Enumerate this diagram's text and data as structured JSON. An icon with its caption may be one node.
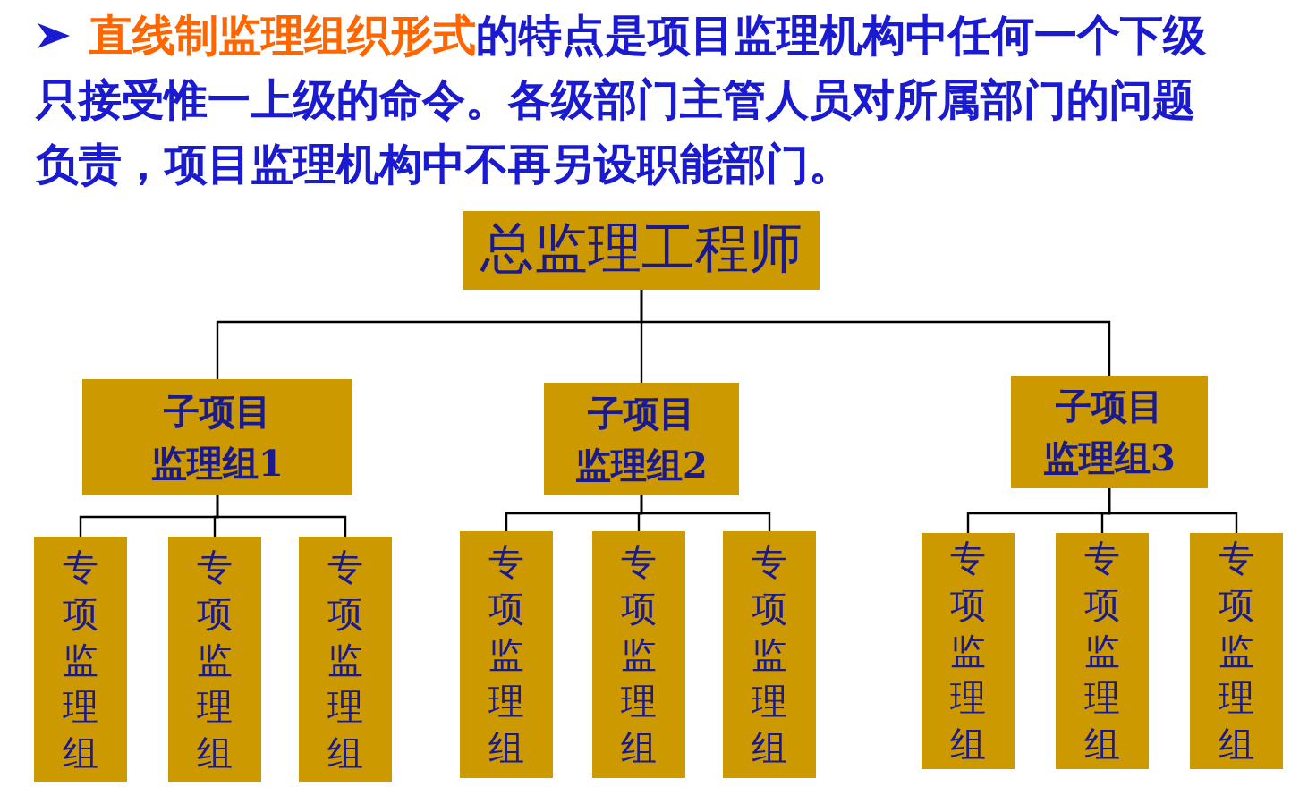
{
  "diagram": {
    "nodes": [
      {
        "text": [
          "总监理工程师"
        ]
      },
      {
        "text": [
          "子项目监理组1"
        ]
      },
      {
        "text": [
          "子项目监理组2"
        ]
      },
      {
        "text": [
          "子项目监理组3"
        ]
      },
      {
        "text": [
          "专项监理组"
        ]
      },
      {
        "text": [
          "专项监理组"
        ]
      },
      {
        "text": [
          "专项监理组"
        ]
      },
      {
        "text": [
          "专项监理组"
        ]
      },
      {
        "text": [
          "专项监理组"
        ]
      },
      {
        "text": [
          "专项监理组"
        ]
      },
      {
        "text": [
          "专项监理组"
        ]
      },
      {
        "text": [
          "专项监理组"
        ]
      },
      {
        "text": [
          "专项监理组"
        ]
      }
    ],
    "edges": [
      {
        "from": 0,
        "to": 1,
        "arrow": "none"
      },
      {
        "from": 0,
        "to": 2,
        "arrow": "none"
      },
      {
        "from": 0,
        "to": 3,
        "arrow": "none"
      },
      {
        "from": 1,
        "to": 4,
        "arrow": "none"
      },
      {
        "from": 1,
        "to": 5,
        "arrow": "none"
      },
      {
        "from": 1,
        "to": 6,
        "arrow": "none"
      },
      {
        "from": 2,
        "to": 7,
        "arrow": "none"
      },
      {
        "from": 2,
        "to": 8,
        "arrow": "none"
      },
      {
        "from": 2,
        "to": 9,
        "arrow": "none"
      },
      {
        "from": 3,
        "to": 10,
        "arrow": "none"
      },
      {
        "from": 3,
        "to": 11,
        "arrow": "none"
      },
      {
        "from": 3,
        "to": 12,
        "arrow": "none"
      }
    ],
    "labels": [
      "直线制监理组织形式",
      "的特点是项目监理机构中任何一个下级只接受惟一上级的命令。各级部门主管人员对所属部门的问题负责，项目监理机构中不再另设职能部门。"
    ]
  }
}
